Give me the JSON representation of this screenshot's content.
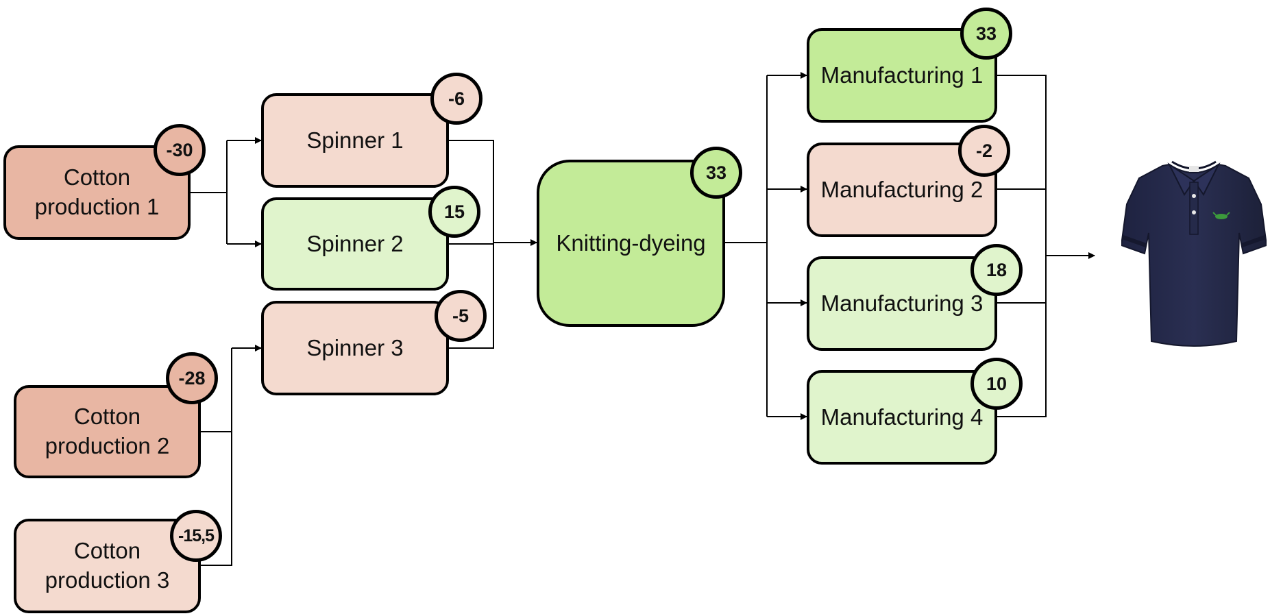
{
  "nodes": {
    "cotton1": {
      "label_line1": "Cotton",
      "label_line2": "production 1",
      "score": "-30"
    },
    "cotton2": {
      "label_line1": "Cotton",
      "label_line2": "production 2",
      "score": "-28"
    },
    "cotton3": {
      "label_line1": "Cotton",
      "label_line2": "production 3",
      "score": "-15,5"
    },
    "spinner1": {
      "label": "Spinner 1",
      "score": "-6"
    },
    "spinner2": {
      "label": "Spinner 2",
      "score": "15"
    },
    "spinner3": {
      "label": "Spinner 3",
      "score": "-5"
    },
    "knitting": {
      "label": "Knitting-dyeing",
      "score": "33"
    },
    "manufacturing1": {
      "label": "Manufacturing 1",
      "score": "33"
    },
    "manufacturing2": {
      "label": "Manufacturing 2",
      "score": "-2"
    },
    "manufacturing3": {
      "label": "Manufacturing 3",
      "score": "18"
    },
    "manufacturing4": {
      "label": "Manufacturing 4",
      "score": "10"
    }
  },
  "colors": {
    "negative_strong": "#e8b6a3",
    "negative_light": "#f4dacf",
    "positive_strong": "#c3eb98",
    "positive_light": "#e0f4cc",
    "shirt": "#262a4a"
  },
  "icons": {
    "product": "polo-shirt-icon"
  }
}
